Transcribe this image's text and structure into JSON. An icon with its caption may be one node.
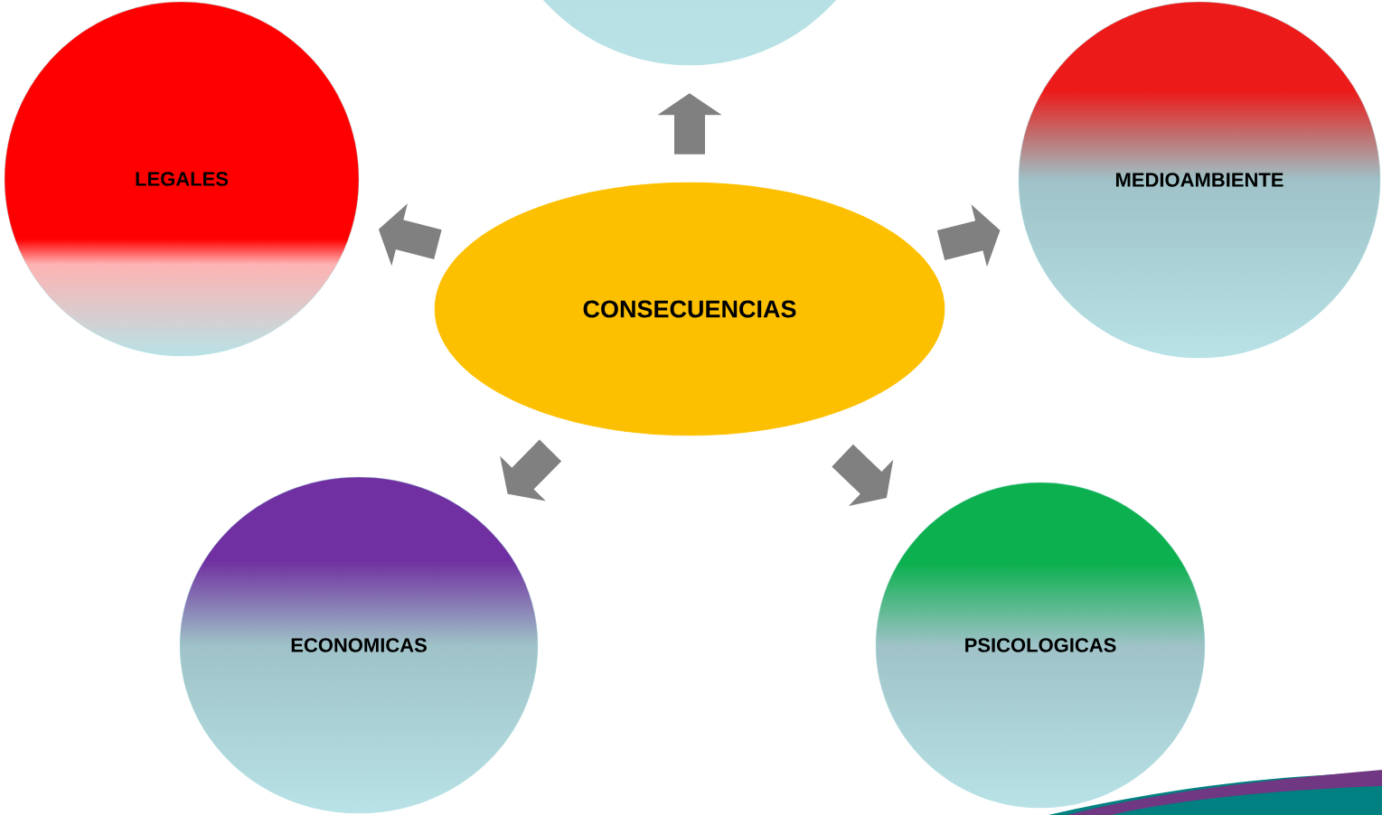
{
  "diagram": {
    "nodes": [
      {
        "text": [
          "CONSECUENCIAS"
        ]
      },
      {
        "text": [],
        "shape": "circle"
      },
      {
        "text": [
          "LEGALES"
        ]
      },
      {
        "text": [
          "MEDIOAMBIENTE"
        ]
      },
      {
        "text": [
          "ECONOMICAS"
        ]
      },
      {
        "text": [
          "PSICOLOGICAS"
        ]
      }
    ],
    "edges": [
      {
        "from": 0,
        "to": 1,
        "arrow": "to"
      },
      {
        "from": 0,
        "to": 2,
        "arrow": "to"
      },
      {
        "from": 0,
        "to": 3,
        "arrow": "to"
      },
      {
        "from": 0,
        "to": 4,
        "arrow": "to"
      },
      {
        "from": 0,
        "to": 5,
        "arrow": "to"
      }
    ]
  }
}
